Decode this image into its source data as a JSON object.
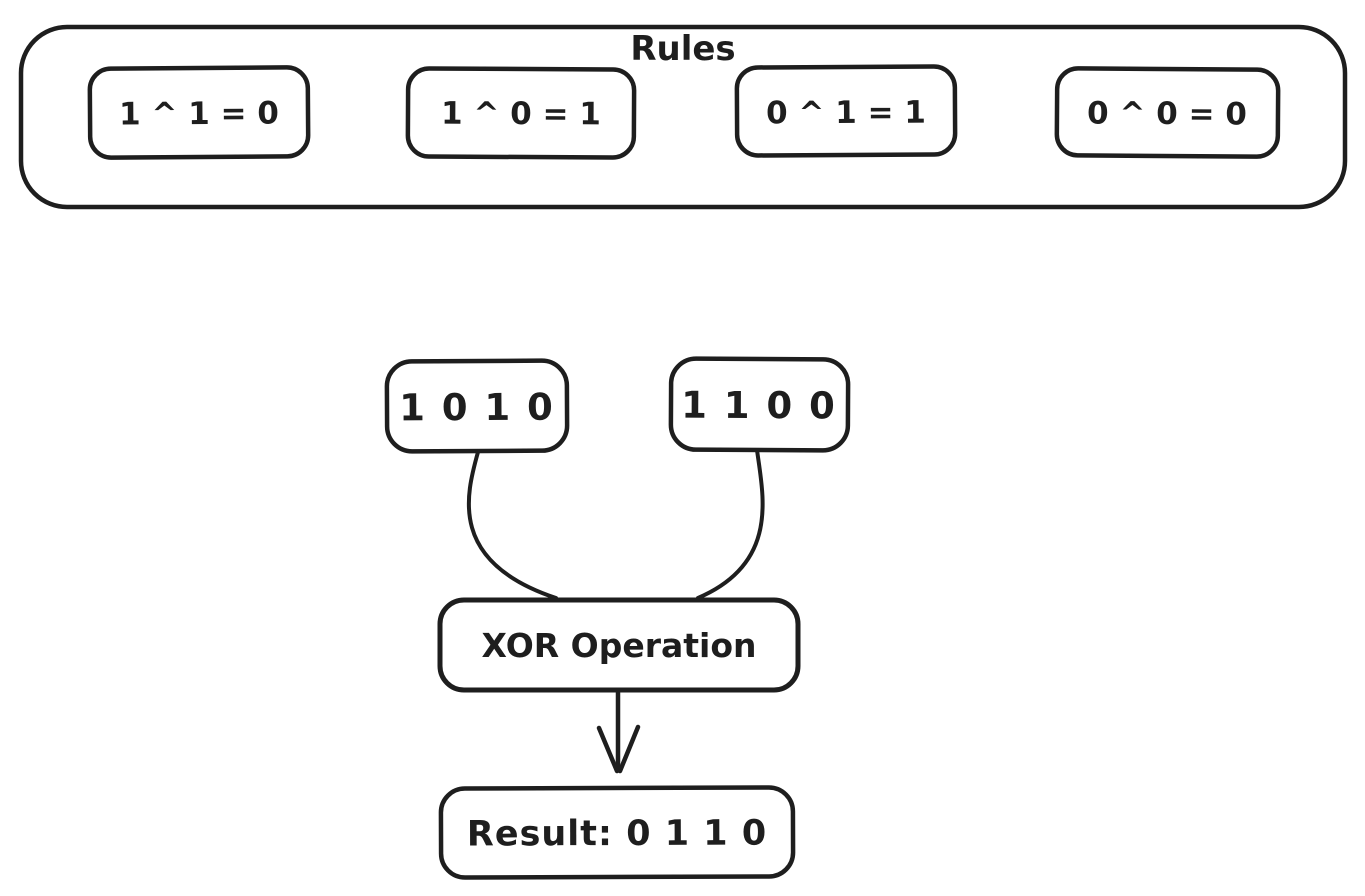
{
  "diagram": {
    "title": "Rules",
    "rules": [
      {
        "label": "1 ^ 1 = 0"
      },
      {
        "label": "1 ^ 0 = 1"
      },
      {
        "label": "0 ^ 1 = 1"
      },
      {
        "label": "0 ^ 0 = 0"
      }
    ],
    "inputs": [
      {
        "label": "1 0 1 0"
      },
      {
        "label": "1 1 0 0"
      }
    ],
    "operation": {
      "label": "XOR Operation"
    },
    "result": {
      "label": "Result: 0 1 1 0"
    }
  },
  "colors": {
    "rule_fill": "#99e9f2",
    "operation_fill": "#b2f2bb",
    "node_fill": "#ffffff",
    "stroke": "#1e1e1e",
    "background": "#ffffff"
  }
}
